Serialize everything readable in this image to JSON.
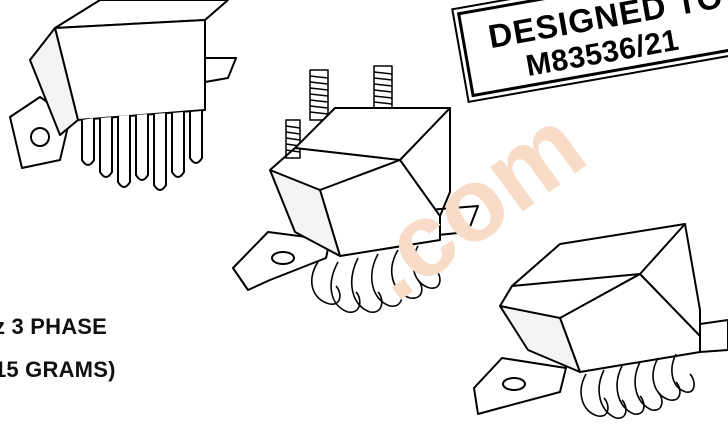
{
  "stamp": {
    "line1": "DESIGNED TO",
    "line2": "M83536/21"
  },
  "specs": {
    "line1": "z 3 PHASE",
    "line2": "15 GRAMS)"
  },
  "watermark": {
    "text": ".com"
  },
  "colors": {
    "ink": "#000000",
    "paper": "#ffffff",
    "watermark": "#f8dcc8"
  },
  "products": [
    {
      "name": "relay-left",
      "pins": 7
    },
    {
      "name": "relay-center",
      "pins": 6
    },
    {
      "name": "relay-right",
      "pins": 6
    }
  ]
}
